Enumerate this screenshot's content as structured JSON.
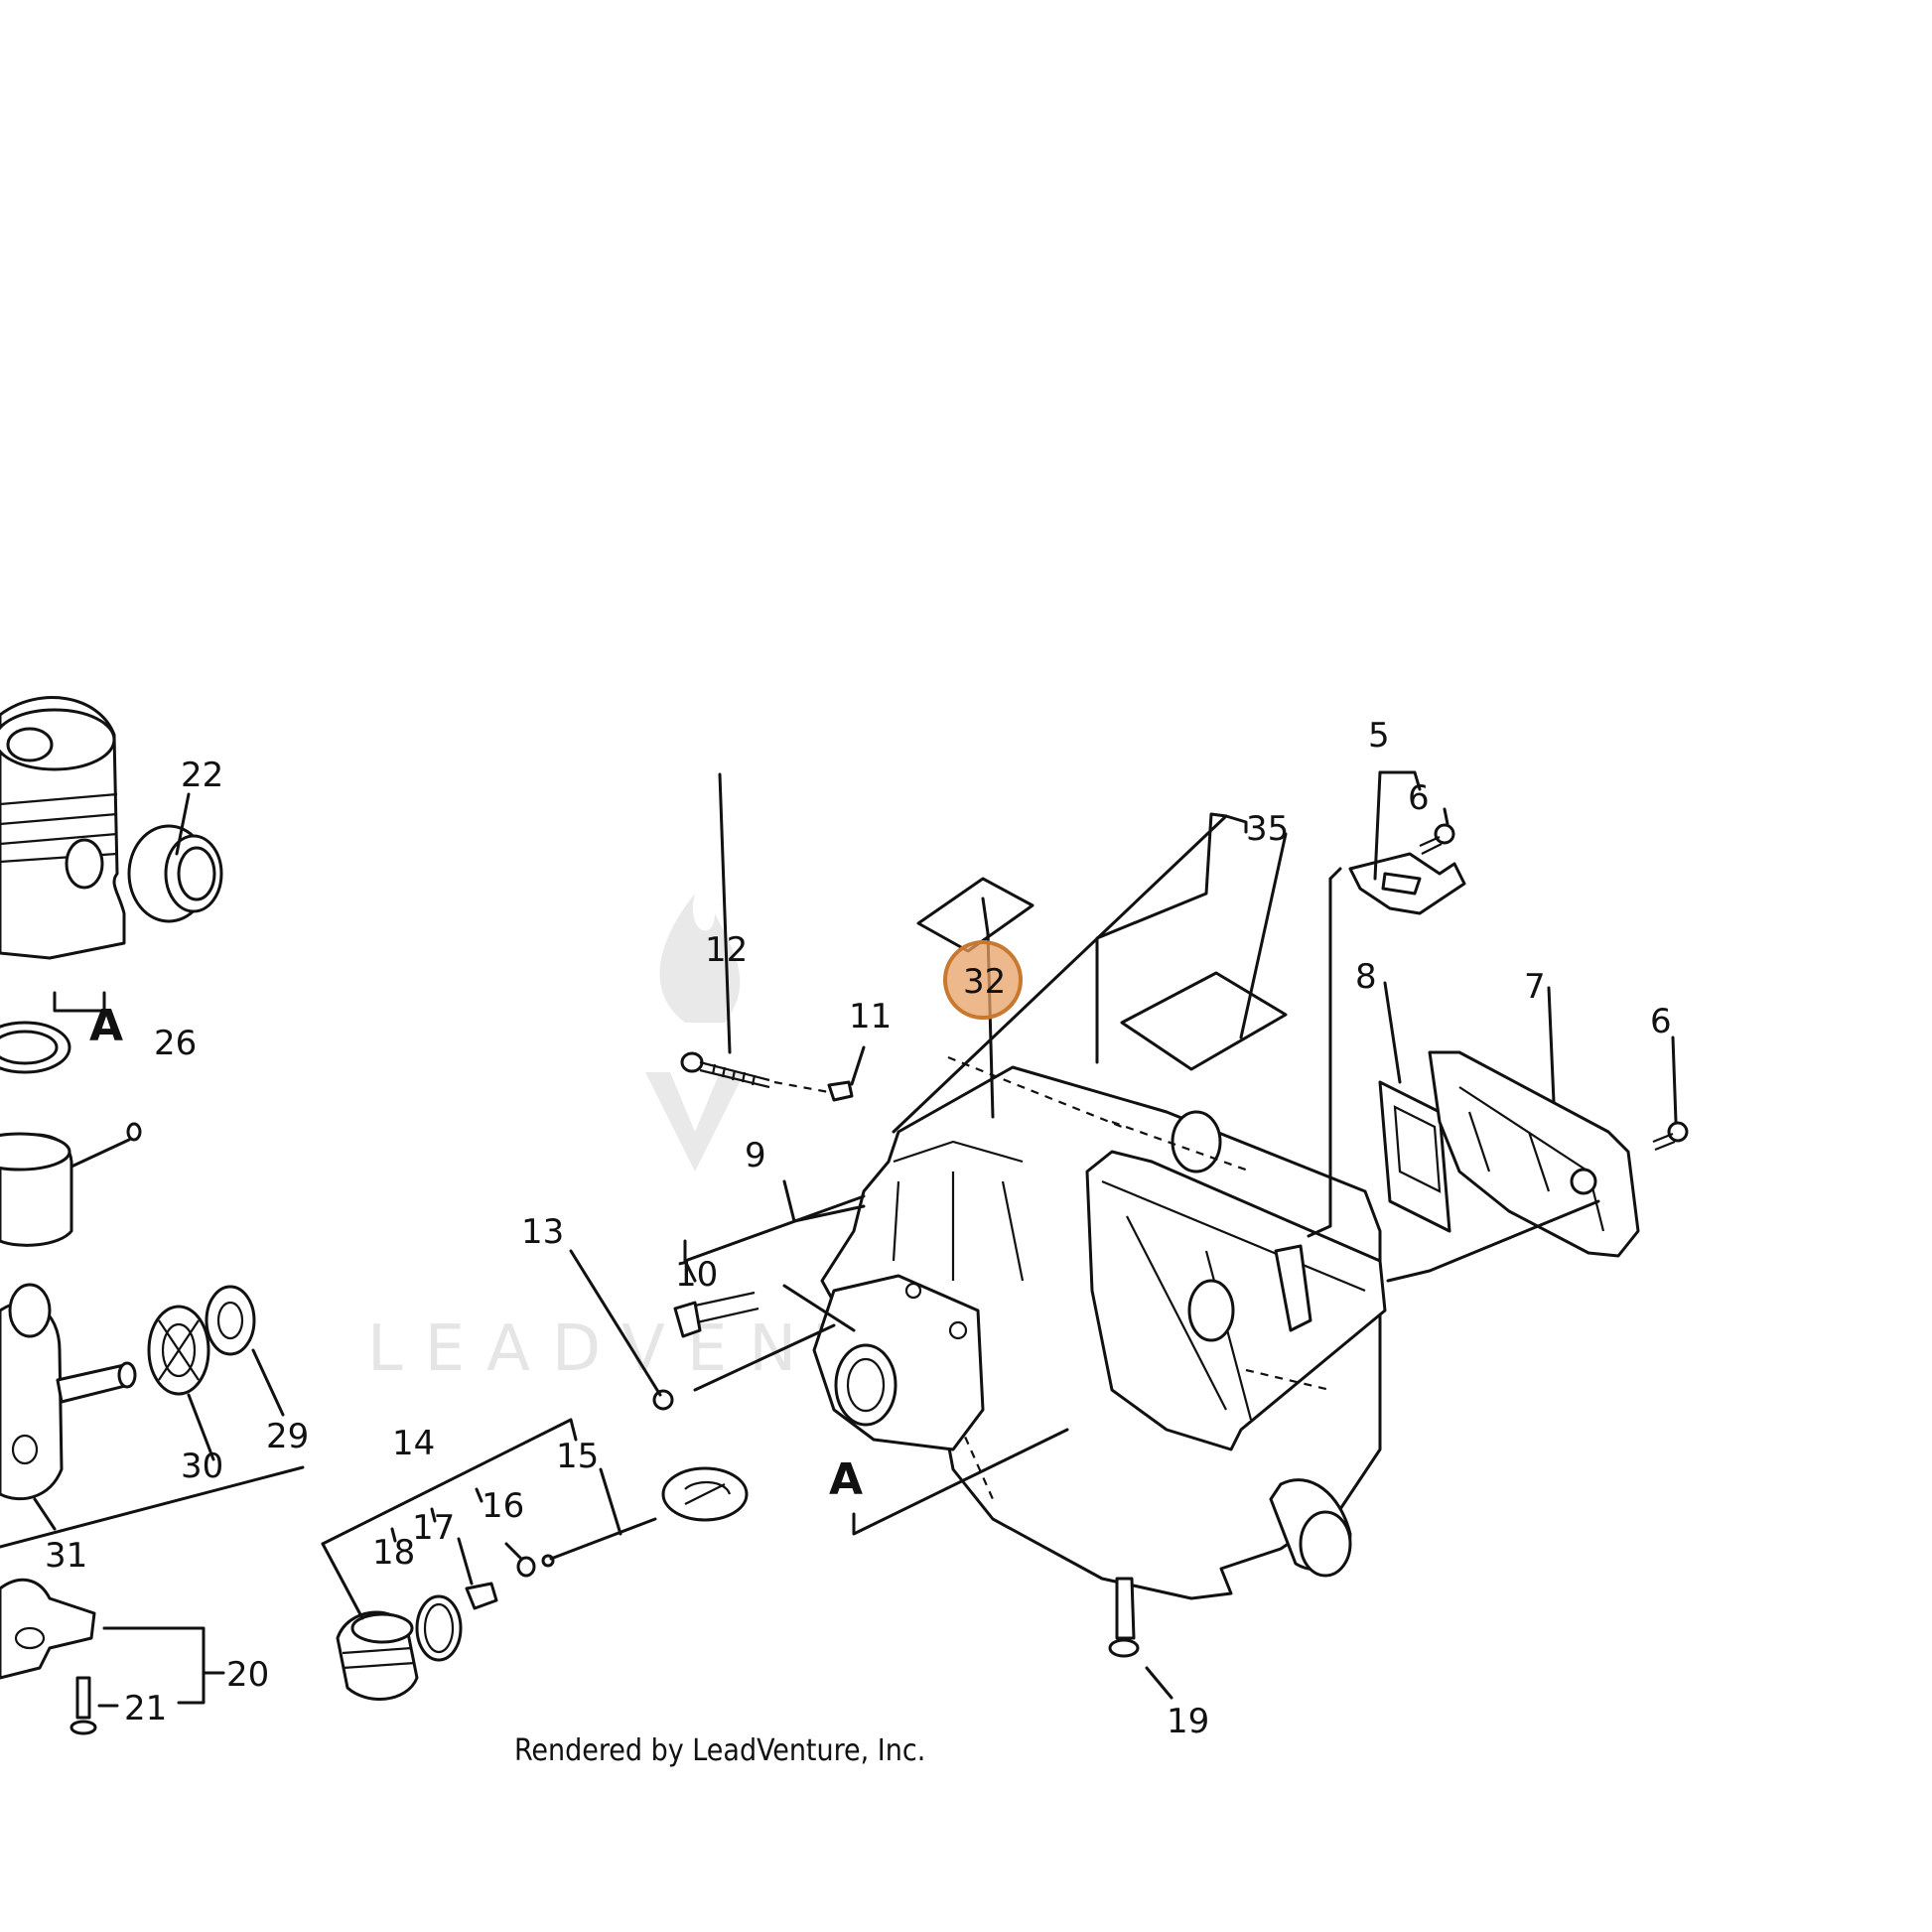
{
  "diagram": {
    "credit": "Rendered by LeadVenture, Inc.",
    "watermark": "LEADVENTURE",
    "highlight_color": "#e6a066",
    "highlighted_callout": "32",
    "callouts": {
      "c5": "5",
      "c6a": "6",
      "c6b": "6",
      "c35": "35",
      "c32": "32",
      "c12": "12",
      "c11": "11",
      "c8": "8",
      "c7": "7",
      "c9": "9",
      "c13": "13",
      "c10": "10",
      "c22": "22",
      "c26": "26",
      "c29": "29",
      "c30": "30",
      "c31": "31",
      "c14": "14",
      "c15": "15",
      "c16": "16",
      "c17": "17",
      "c18": "18",
      "c19": "19",
      "c20": "20",
      "c21": "21",
      "cA1": "A",
      "cA2": "A"
    }
  }
}
